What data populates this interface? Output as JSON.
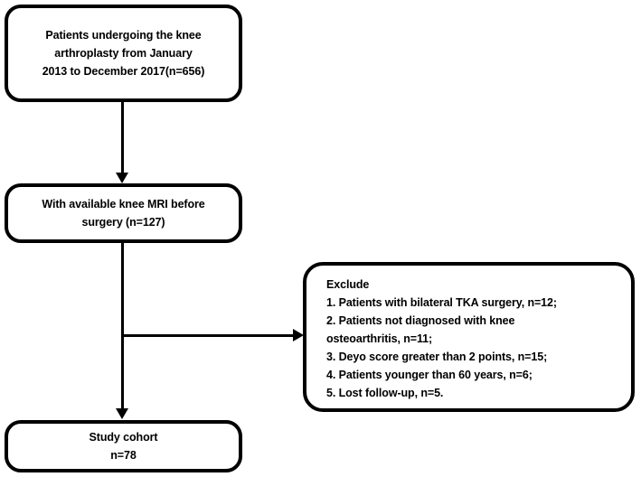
{
  "diagram": {
    "type": "study-flow-chart",
    "orientation": "vertical",
    "stroke_color": "#000000",
    "background_color": "#ffffff",
    "nodes": {
      "enrolled": {
        "text": "Patients undergoing the knee\narthroplasty from January\n2013 to December 2017(n=656)",
        "n": 656
      },
      "mri": {
        "text": "With available knee MRI before\nsurgery (n=127)",
        "n": 127
      },
      "exclude": {
        "title": "Exclude",
        "items": [
          "1. Patients with bilateral TKA surgery, n=12;",
          "2. Patients not diagnosed with knee\nosteoarthritis, n=11;",
          "3. Deyo score greater than 2 points, n=15;",
          "4. Patients younger than 60 years, n=6;",
          "5. Lost follow-up, n=5."
        ],
        "counts": [
          12,
          11,
          15,
          6,
          5
        ]
      },
      "cohort": {
        "text": "Study cohort\nn=78",
        "n": 78
      }
    },
    "connectors": [
      {
        "from": "enrolled",
        "to": "mri",
        "direction": "down"
      },
      {
        "from": "mri",
        "to": "cohort",
        "direction": "down"
      },
      {
        "from": "mri-cohort-branch",
        "to": "exclude",
        "direction": "right"
      }
    ]
  }
}
